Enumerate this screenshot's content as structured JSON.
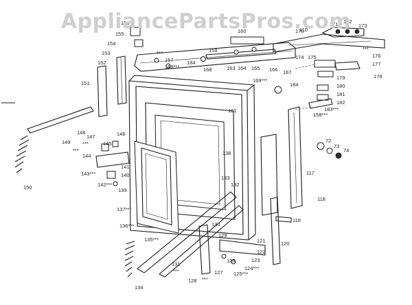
{
  "watermark": "AppliancePartsPros.com",
  "labels": [
    {
      "id": "p110",
      "text": "110"
    },
    {
      "id": "p117",
      "text": "117"
    },
    {
      "id": "p118",
      "text": "118"
    },
    {
      "id": "p119",
      "text": "119"
    },
    {
      "id": "p120",
      "text": "120"
    },
    {
      "id": "p121",
      "text": "121"
    },
    {
      "id": "p122",
      "text": "122"
    },
    {
      "id": "p123",
      "text": "123"
    },
    {
      "id": "p124",
      "text": "124***"
    },
    {
      "id": "p125a",
      "text": "125"
    },
    {
      "id": "p125b",
      "text": "125***"
    },
    {
      "id": "p127",
      "text": "127"
    },
    {
      "id": "p128",
      "text": "128"
    },
    {
      "id": "p129",
      "text": "129"
    },
    {
      "id": "p130",
      "text": "130"
    },
    {
      "id": "p131",
      "text": "131"
    },
    {
      "id": "p132",
      "text": "132"
    },
    {
      "id": "p133",
      "text": "133"
    },
    {
      "id": "p134",
      "text": "134"
    },
    {
      "id": "p135",
      "text": "135***"
    },
    {
      "id": "p136",
      "text": "136***"
    },
    {
      "id": "p137",
      "text": "137***"
    },
    {
      "id": "p138",
      "text": "138"
    },
    {
      "id": "p139",
      "text": "139"
    },
    {
      "id": "p140",
      "text": "140"
    },
    {
      "id": "p141",
      "text": "141"
    },
    {
      "id": "p142",
      "text": "142***"
    },
    {
      "id": "p143",
      "text": "143***"
    },
    {
      "id": "p144",
      "text": "144"
    },
    {
      "id": "p145",
      "text": "145"
    },
    {
      "id": "p146",
      "text": "146"
    },
    {
      "id": "p147",
      "text": "147"
    },
    {
      "id": "p148",
      "text": "148"
    },
    {
      "id": "p149",
      "text": "149"
    },
    {
      "id": "p150",
      "text": "150"
    },
    {
      "id": "p151",
      "text": "151"
    },
    {
      "id": "p152",
      "text": "152"
    },
    {
      "id": "p153",
      "text": "153"
    },
    {
      "id": "p154",
      "text": "154"
    },
    {
      "id": "p155",
      "text": "155"
    },
    {
      "id": "p156",
      "text": "156"
    },
    {
      "id": "p157",
      "text": "157"
    },
    {
      "id": "p158a",
      "text": "158***"
    },
    {
      "id": "p158b",
      "text": "158***"
    },
    {
      "id": "p159",
      "text": "159"
    },
    {
      "id": "p160",
      "text": "160"
    },
    {
      "id": "p161",
      "text": "161"
    },
    {
      "id": "p163",
      "text": "163"
    },
    {
      "id": "p164",
      "text": "164"
    },
    {
      "id": "p165",
      "text": "165"
    },
    {
      "id": "p166",
      "text": "166"
    },
    {
      "id": "p167",
      "text": "167"
    },
    {
      "id": "p168",
      "text": "168"
    },
    {
      "id": "p169",
      "text": "169***"
    },
    {
      "id": "p170",
      "text": "170"
    },
    {
      "id": "p171",
      "text": "171"
    },
    {
      "id": "p172",
      "text": "172"
    },
    {
      "id": "p173",
      "text": "173"
    },
    {
      "id": "p174",
      "text": "174"
    },
    {
      "id": "p175",
      "text": "175"
    },
    {
      "id": "p176",
      "text": "176"
    },
    {
      "id": "p177",
      "text": "177"
    },
    {
      "id": "p178",
      "text": "178"
    },
    {
      "id": "p179",
      "text": "179"
    },
    {
      "id": "p180",
      "text": "180"
    },
    {
      "id": "p181",
      "text": "181"
    },
    {
      "id": "p182",
      "text": "182"
    },
    {
      "id": "p183",
      "text": "183***"
    },
    {
      "id": "p184a",
      "text": "184"
    },
    {
      "id": "p184b",
      "text": "184"
    },
    {
      "id": "p72",
      "text": "72"
    },
    {
      "id": "p73",
      "text": "73"
    },
    {
      "id": "p74",
      "text": "74"
    },
    {
      "id": "s1",
      "text": "***"
    },
    {
      "id": "s2",
      "text": "***"
    },
    {
      "id": "s3",
      "text": "***"
    },
    {
      "id": "s4",
      "text": "***"
    },
    {
      "id": "s5",
      "text": "***"
    },
    {
      "id": "s6",
      "text": "***"
    }
  ]
}
